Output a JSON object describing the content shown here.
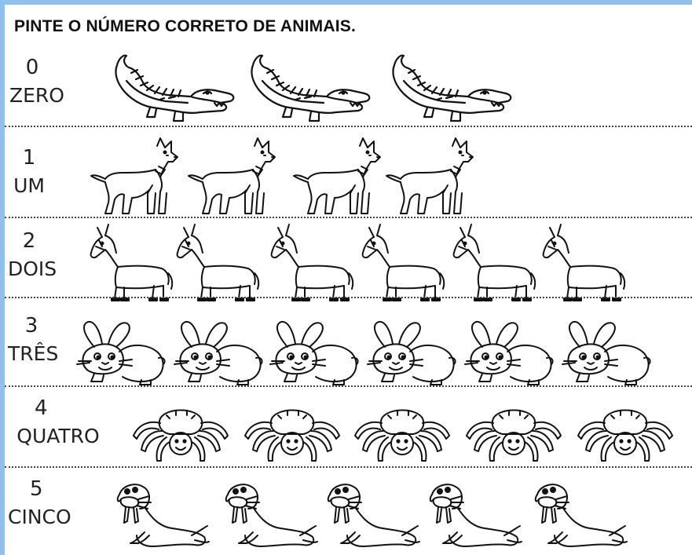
{
  "worksheet": {
    "title": "PINTE O NÚMERO CORRETO DE ANIMAIS."
  },
  "rows": [
    {
      "number": "0",
      "word": "ZERO",
      "animal": "crocodile-icon",
      "count": 3
    },
    {
      "number": "1",
      "word": "UM",
      "animal": "dog-icon",
      "count": 4
    },
    {
      "number": "2",
      "word": "DOIS",
      "animal": "donkey-icon",
      "count": 6
    },
    {
      "number": "3",
      "word": "TRÊS",
      "animal": "rabbit-icon",
      "count": 6
    },
    {
      "number": "4",
      "word": "QUATRO",
      "animal": "spider-icon",
      "count": 5
    },
    {
      "number": "5",
      "word": "CINCO",
      "animal": "walrus-icon",
      "count": 5
    }
  ]
}
